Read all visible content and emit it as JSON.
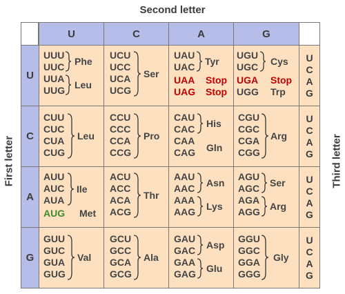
{
  "labels": {
    "second": "Second letter",
    "first": "First letter",
    "third": "Third letter"
  },
  "columns": [
    "U",
    "C",
    "A",
    "G"
  ],
  "rows": [
    "U",
    "C",
    "A",
    "G"
  ],
  "third_letters": [
    "U",
    "C",
    "A",
    "G"
  ],
  "cells": {
    "U": {
      "U": {
        "codons": [
          "UUU",
          "UUC",
          "UUA",
          "UUG"
        ],
        "aa": [
          "Phe",
          "Leu"
        ]
      },
      "C": {
        "codons": [
          "UCU",
          "UCC",
          "UCA",
          "UCG"
        ],
        "aa": [
          "Ser"
        ]
      },
      "A": {
        "codons": [
          "UAU",
          "UAC",
          "UAA",
          "UAG"
        ],
        "aa": [
          "Tyr",
          "Stop",
          "Stop"
        ]
      },
      "G": {
        "codons": [
          "UGU",
          "UGC",
          "UGA",
          "UGG"
        ],
        "aa": [
          "Cys",
          "Stop",
          "Trp"
        ]
      }
    },
    "C": {
      "U": {
        "codons": [
          "CUU",
          "CUC",
          "CUA",
          "CUG"
        ],
        "aa": [
          "Leu"
        ]
      },
      "C": {
        "codons": [
          "CCU",
          "CCC",
          "CCA",
          "CCG"
        ],
        "aa": [
          "Pro"
        ]
      },
      "A": {
        "codons": [
          "CAU",
          "CAC",
          "CAA",
          "CAG"
        ],
        "aa": [
          "His",
          "Gln"
        ]
      },
      "G": {
        "codons": [
          "CGU",
          "CGC",
          "CGA",
          "CGG"
        ],
        "aa": [
          "Arg"
        ]
      }
    },
    "A": {
      "U": {
        "codons": [
          "AUU",
          "AUC",
          "AUA",
          "AUG"
        ],
        "aa": [
          "Ile",
          "Met"
        ]
      },
      "C": {
        "codons": [
          "ACU",
          "ACC",
          "ACA",
          "ACG"
        ],
        "aa": [
          "Thr"
        ]
      },
      "A": {
        "codons": [
          "AAU",
          "AAC",
          "AAA",
          "AAG"
        ],
        "aa": [
          "Asn",
          "Lys"
        ]
      },
      "G": {
        "codons": [
          "AGU",
          "AGC",
          "AGA",
          "AGG"
        ],
        "aa": [
          "Ser",
          "Arg"
        ]
      }
    },
    "G": {
      "U": {
        "codons": [
          "GUU",
          "GUC",
          "GUA",
          "GUG"
        ],
        "aa": [
          "Val"
        ]
      },
      "C": {
        "codons": [
          "GCU",
          "GCC",
          "GCA",
          "GCG"
        ],
        "aa": [
          "Ala"
        ]
      },
      "A": {
        "codons": [
          "GAU",
          "GAC",
          "GAA",
          "GAG"
        ],
        "aa": [
          "Asp",
          "Glu"
        ]
      },
      "G": {
        "codons": [
          "GGU",
          "GGC",
          "GGA",
          "GGG"
        ],
        "aa": [
          "Gly"
        ]
      }
    }
  },
  "colors": {
    "header_bg": "#b6bde8",
    "cell_bg": "#fde0c0",
    "stop": "#c00000",
    "start": "#3d8b2a"
  }
}
